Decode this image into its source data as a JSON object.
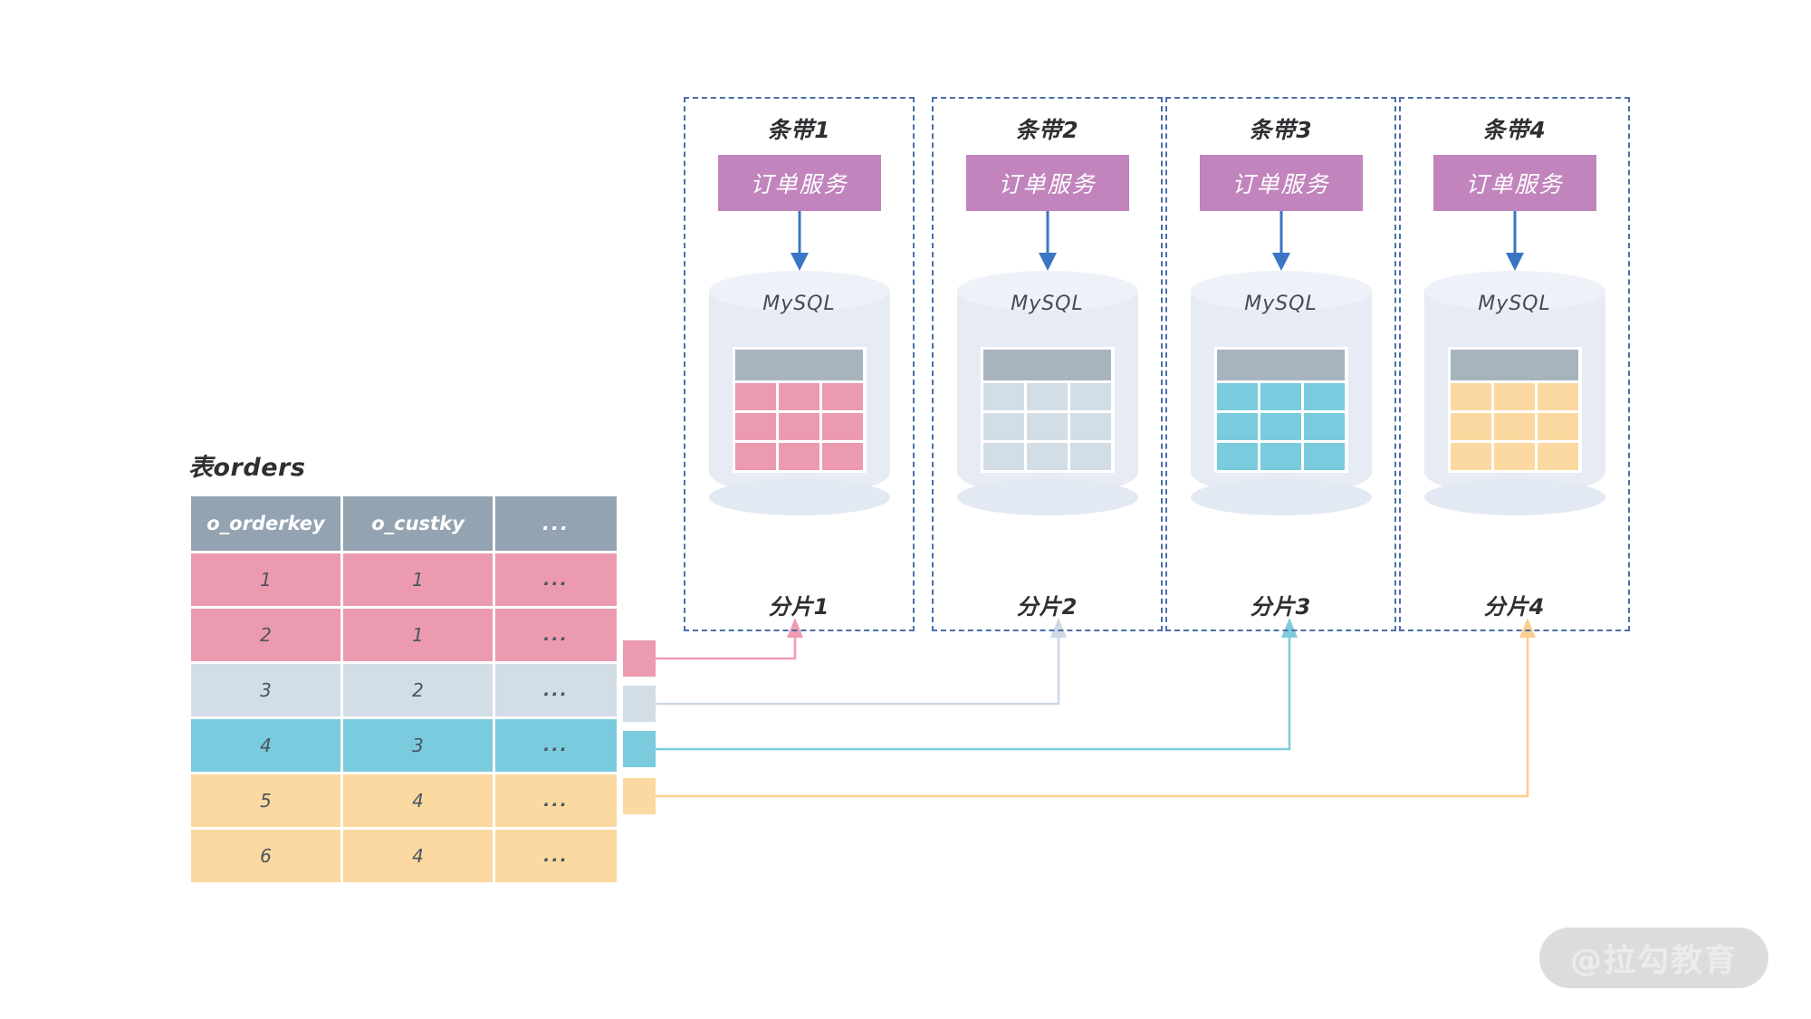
{
  "source_table": {
    "title": "表orders",
    "columns": [
      "o_orderkey",
      "o_custky",
      "..."
    ],
    "rows": [
      {
        "o_orderkey": "1",
        "o_custky": "1",
        "extra": "...",
        "color": "pink"
      },
      {
        "o_orderkey": "2",
        "o_custky": "1",
        "extra": "...",
        "color": "pink"
      },
      {
        "o_orderkey": "3",
        "o_custky": "2",
        "extra": "...",
        "color": "bluegray"
      },
      {
        "o_orderkey": "4",
        "o_custky": "3",
        "extra": "...",
        "color": "cyan"
      },
      {
        "o_orderkey": "5",
        "o_custky": "4",
        "extra": "...",
        "color": "orange"
      },
      {
        "o_orderkey": "6",
        "o_custky": "4",
        "extra": "...",
        "color": "orange"
      }
    ]
  },
  "stripes": [
    {
      "stripe_label": "条带1",
      "service_label": "订单服务",
      "db_label": "MySQL",
      "shard_label": "分片1",
      "cell_color": "#ec9ab0"
    },
    {
      "stripe_label": "条带2",
      "service_label": "订单服务",
      "db_label": "MySQL",
      "shard_label": "分片2",
      "cell_color": "#d2dde6"
    },
    {
      "stripe_label": "条带3",
      "service_label": "订单服务",
      "db_label": "MySQL",
      "shard_label": "分片3",
      "cell_color": "#7acbdd"
    },
    {
      "stripe_label": "条带4",
      "service_label": "订单服务",
      "db_label": "MySQL",
      "shard_label": "分片4",
      "cell_color": "#fbd9a0"
    }
  ],
  "legend_swatches": [
    {
      "name": "swatch-shard-1",
      "color": "#ec9ab0"
    },
    {
      "name": "swatch-shard-2",
      "color": "#d2dde6"
    },
    {
      "name": "swatch-shard-3",
      "color": "#7acbdd"
    },
    {
      "name": "swatch-shard-4",
      "color": "#fbd9a0"
    }
  ],
  "palette": {
    "pink": "#ec9ab0",
    "bluegray": "#d2dde6",
    "cyan": "#7acbdd",
    "orange": "#fbd9a0",
    "header_gray": "#93a3b1",
    "mini_header_gray": "#a7b3bd",
    "service_purple": "#c184bd",
    "panel_border_blue": "#4a6fa8",
    "arrow_blue": "#3a76c4",
    "text_dark": "#2f2f33",
    "cell_text": "#4a5560"
  },
  "watermark": {
    "text": "@拉勾教育"
  }
}
